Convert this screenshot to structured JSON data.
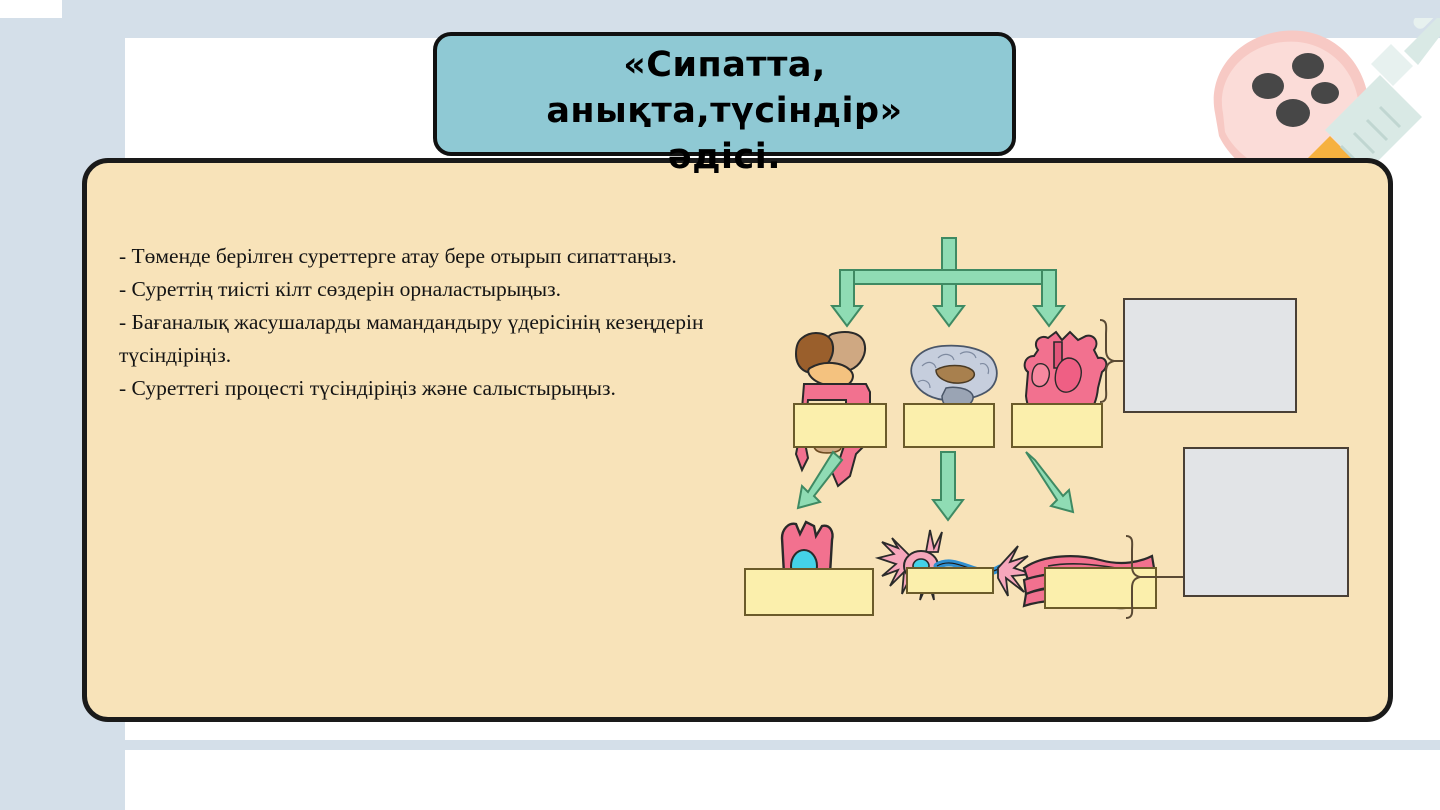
{
  "slide": {
    "title_lines": [
      "«Сипатта,",
      "анықта,түсіндір»",
      "әдісі."
    ],
    "title_full": "«Сипатта, анықта,түсіндір» әдісі.",
    "instructions": "- Төменде берілген суреттерге атау бере отырып сипаттаңыз.\n- Суреттің тиісті кілт сөздерін орналастырыңыз.\n- Бағаналық жасушаларды мамандандыру үдерісінің кезеңдерін түсіндіріңіз.\n- Суреттегі процесті түсіндіріңіз және салыстырыңыз.",
    "instruction_items": [
      "- Төменде берілген суреттерге атау бере отырып сипаттаңыз.",
      "- Суреттің тиісті кілт сөздерін орналастырыңыз.",
      "- Бағаналық жасушаларды мамандандыру үдерісінің кезеңдерін түсіндіріңіз.",
      "- Суреттегі процесті түсіндіріңіз және салыстырыңыз."
    ]
  },
  "colors": {
    "page_background": "#d4dfe9",
    "card_background": "#f8e3b9",
    "card_border": "#1a1a1a",
    "title_pill": "#8fc9d4",
    "arrow_fill": "#8fdcb4",
    "arrow_stroke": "#3f7d5e",
    "label_box_fill": "#fbefac",
    "label_box_border": "#6b5b2a",
    "gray_box_fill": "#e2e4e7",
    "gray_box_border": "#4a4036",
    "bracket": "#5a4a34",
    "organ_pink": "#f2718f",
    "organ_tan": "#cfa882",
    "brain_gray": "#c6cedd",
    "neuron_axon": "#2f8fd0",
    "nucleus_cyan": "#44d2e8",
    "deco_blob": "#f8cfcb",
    "deco_blob_inner": "#fbdcd8",
    "deco_spot": "#4a4a4a",
    "syringe_body": "#d8e8e4",
    "syringe_tip": "#f6b13f"
  },
  "diagram": {
    "organs": [
      {
        "name": "digestive-system",
        "label_box": ""
      },
      {
        "name": "brain",
        "label_box": ""
      },
      {
        "name": "heart",
        "label_box": ""
      }
    ],
    "cells": [
      {
        "name": "epithelial-cell",
        "label_box": ""
      },
      {
        "name": "neuron-cell",
        "label_box": ""
      },
      {
        "name": "muscle-fiber-cell",
        "label_box": ""
      }
    ],
    "answer_boxes": [
      {
        "name": "organ-answer-box",
        "text": ""
      },
      {
        "name": "cell-answer-box",
        "text": ""
      }
    ],
    "blank_labels": [
      "",
      "",
      "",
      "",
      "",
      ""
    ]
  }
}
